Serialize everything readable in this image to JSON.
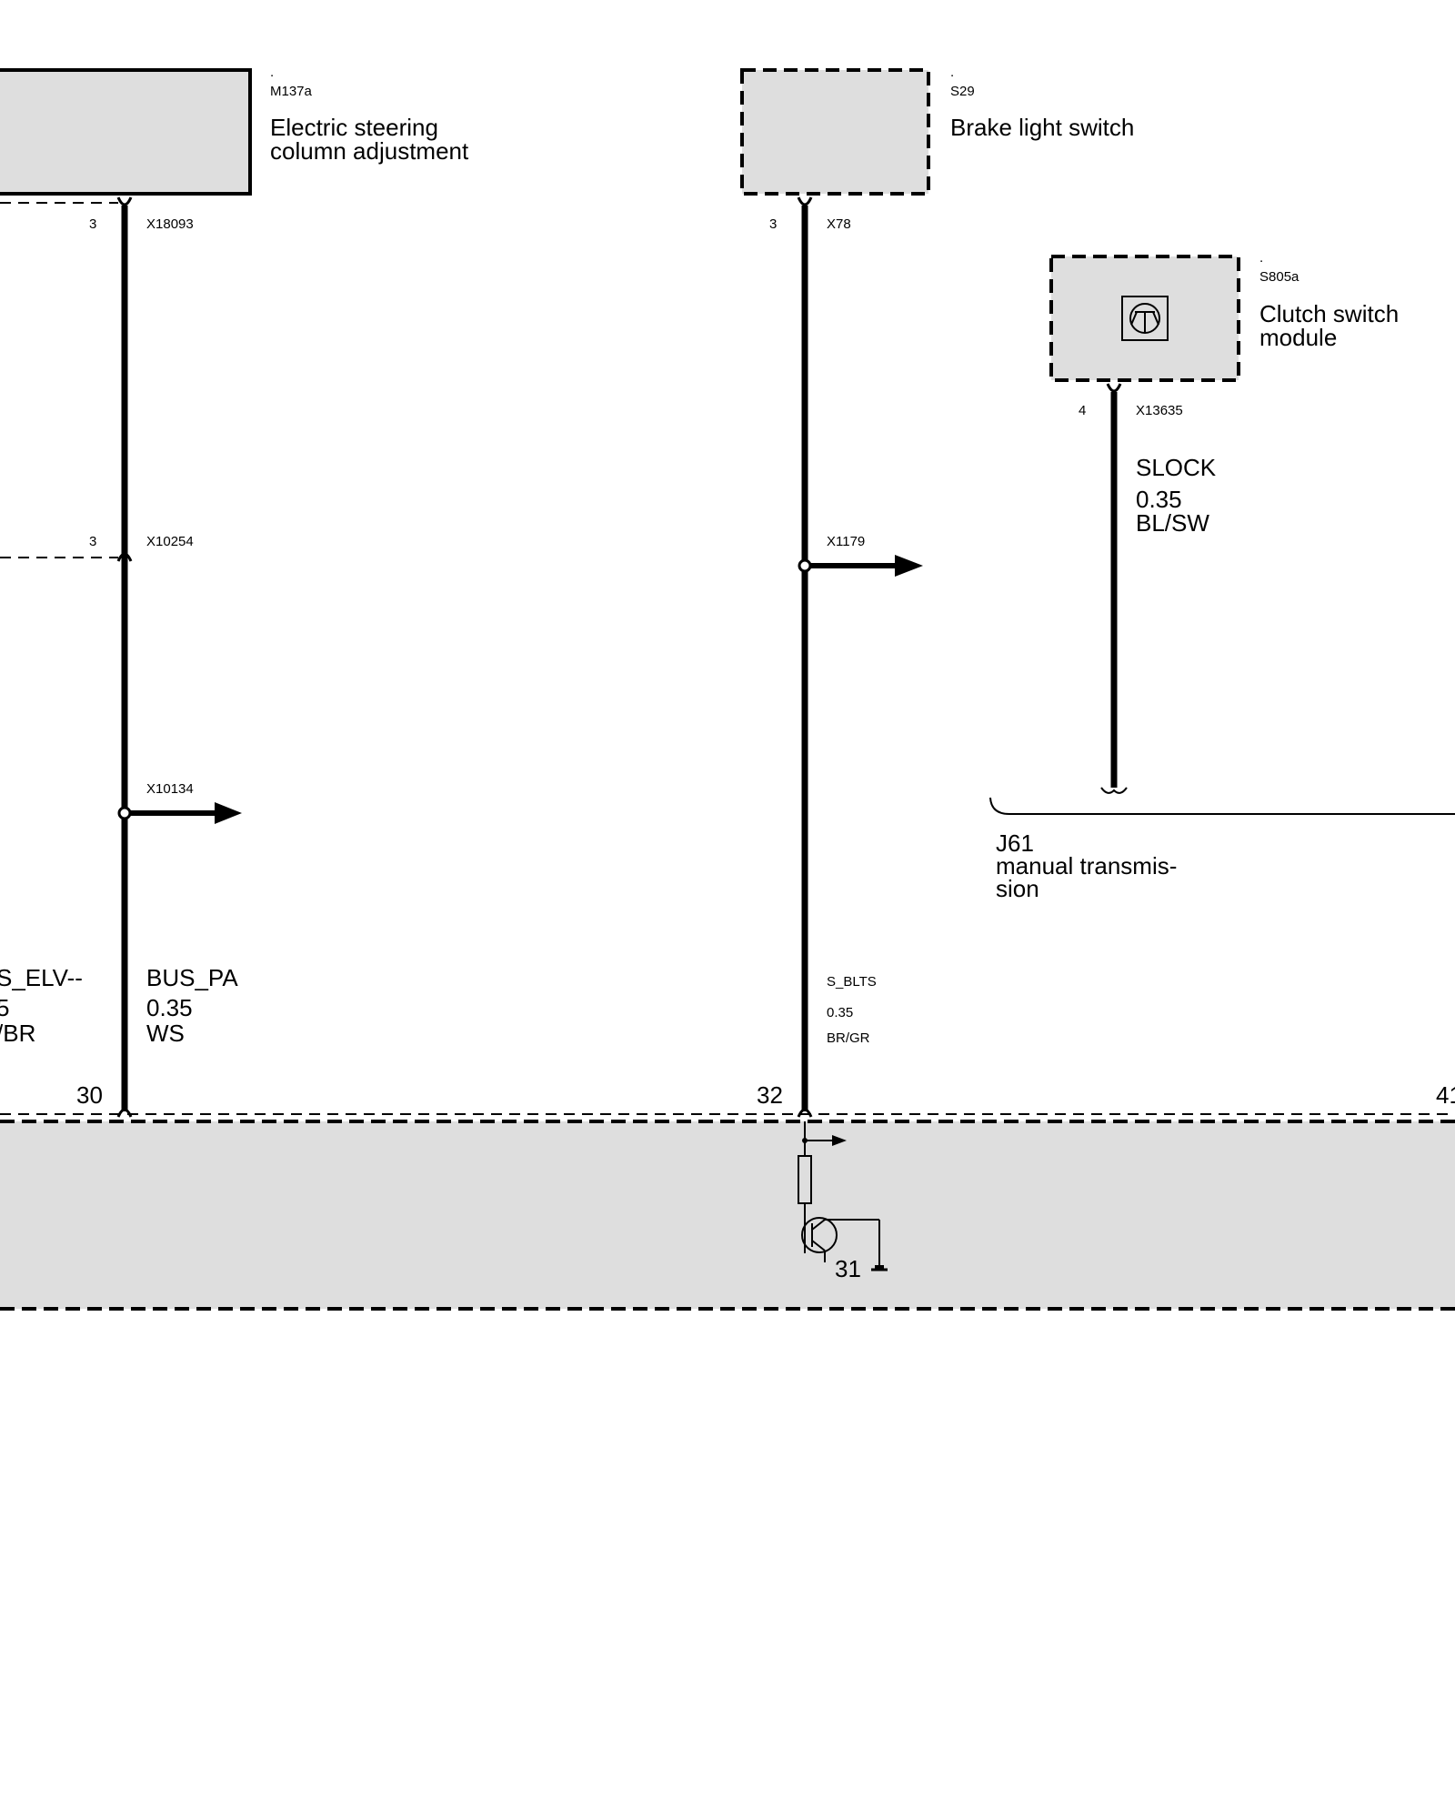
{
  "components": {
    "m137a": {
      "dot": ".",
      "code": "M137a",
      "name_line1": "Electric steering",
      "name_line2": "column adjustment"
    },
    "s29": {
      "dot": ".",
      "code": "S29",
      "name_line1": "Brake light switch"
    },
    "s805a": {
      "dot": ".",
      "code": "S805a",
      "name_line1": "Clutch switch",
      "name_line2": "module"
    }
  },
  "connectors": {
    "x18093": {
      "pin": "3",
      "name": "X18093"
    },
    "x10254": {
      "pin": "3",
      "name": "X10254"
    },
    "x10134": {
      "name": "X10134"
    },
    "x78": {
      "pin": "3",
      "name": "X78"
    },
    "x1179": {
      "name": "X1179"
    },
    "x13635": {
      "pin": "4",
      "name": "X13635"
    }
  },
  "wires": {
    "s_elv": {
      "signal": "S_ELV--",
      "size": "5",
      "color": "/BR"
    },
    "bus_pa": {
      "signal": "BUS_PA",
      "size": "0.35",
      "color": "WS"
    },
    "s_blts": {
      "signal": "S_BLTS",
      "size": "0.35",
      "color": "BR/GR"
    },
    "slock": {
      "signal": "SLOCK",
      "size": "0.35",
      "color": "BL/SW"
    }
  },
  "variant": {
    "code": "J61",
    "line1": "manual transmis-",
    "line2": "sion"
  },
  "control_unit_pins": {
    "pin_30": "30",
    "pin_32": "32",
    "pin_41": "41",
    "ground_31": "31"
  },
  "colors": {
    "component_fill": "#dedede",
    "wire": "#000000",
    "background": "#ffffff"
  }
}
